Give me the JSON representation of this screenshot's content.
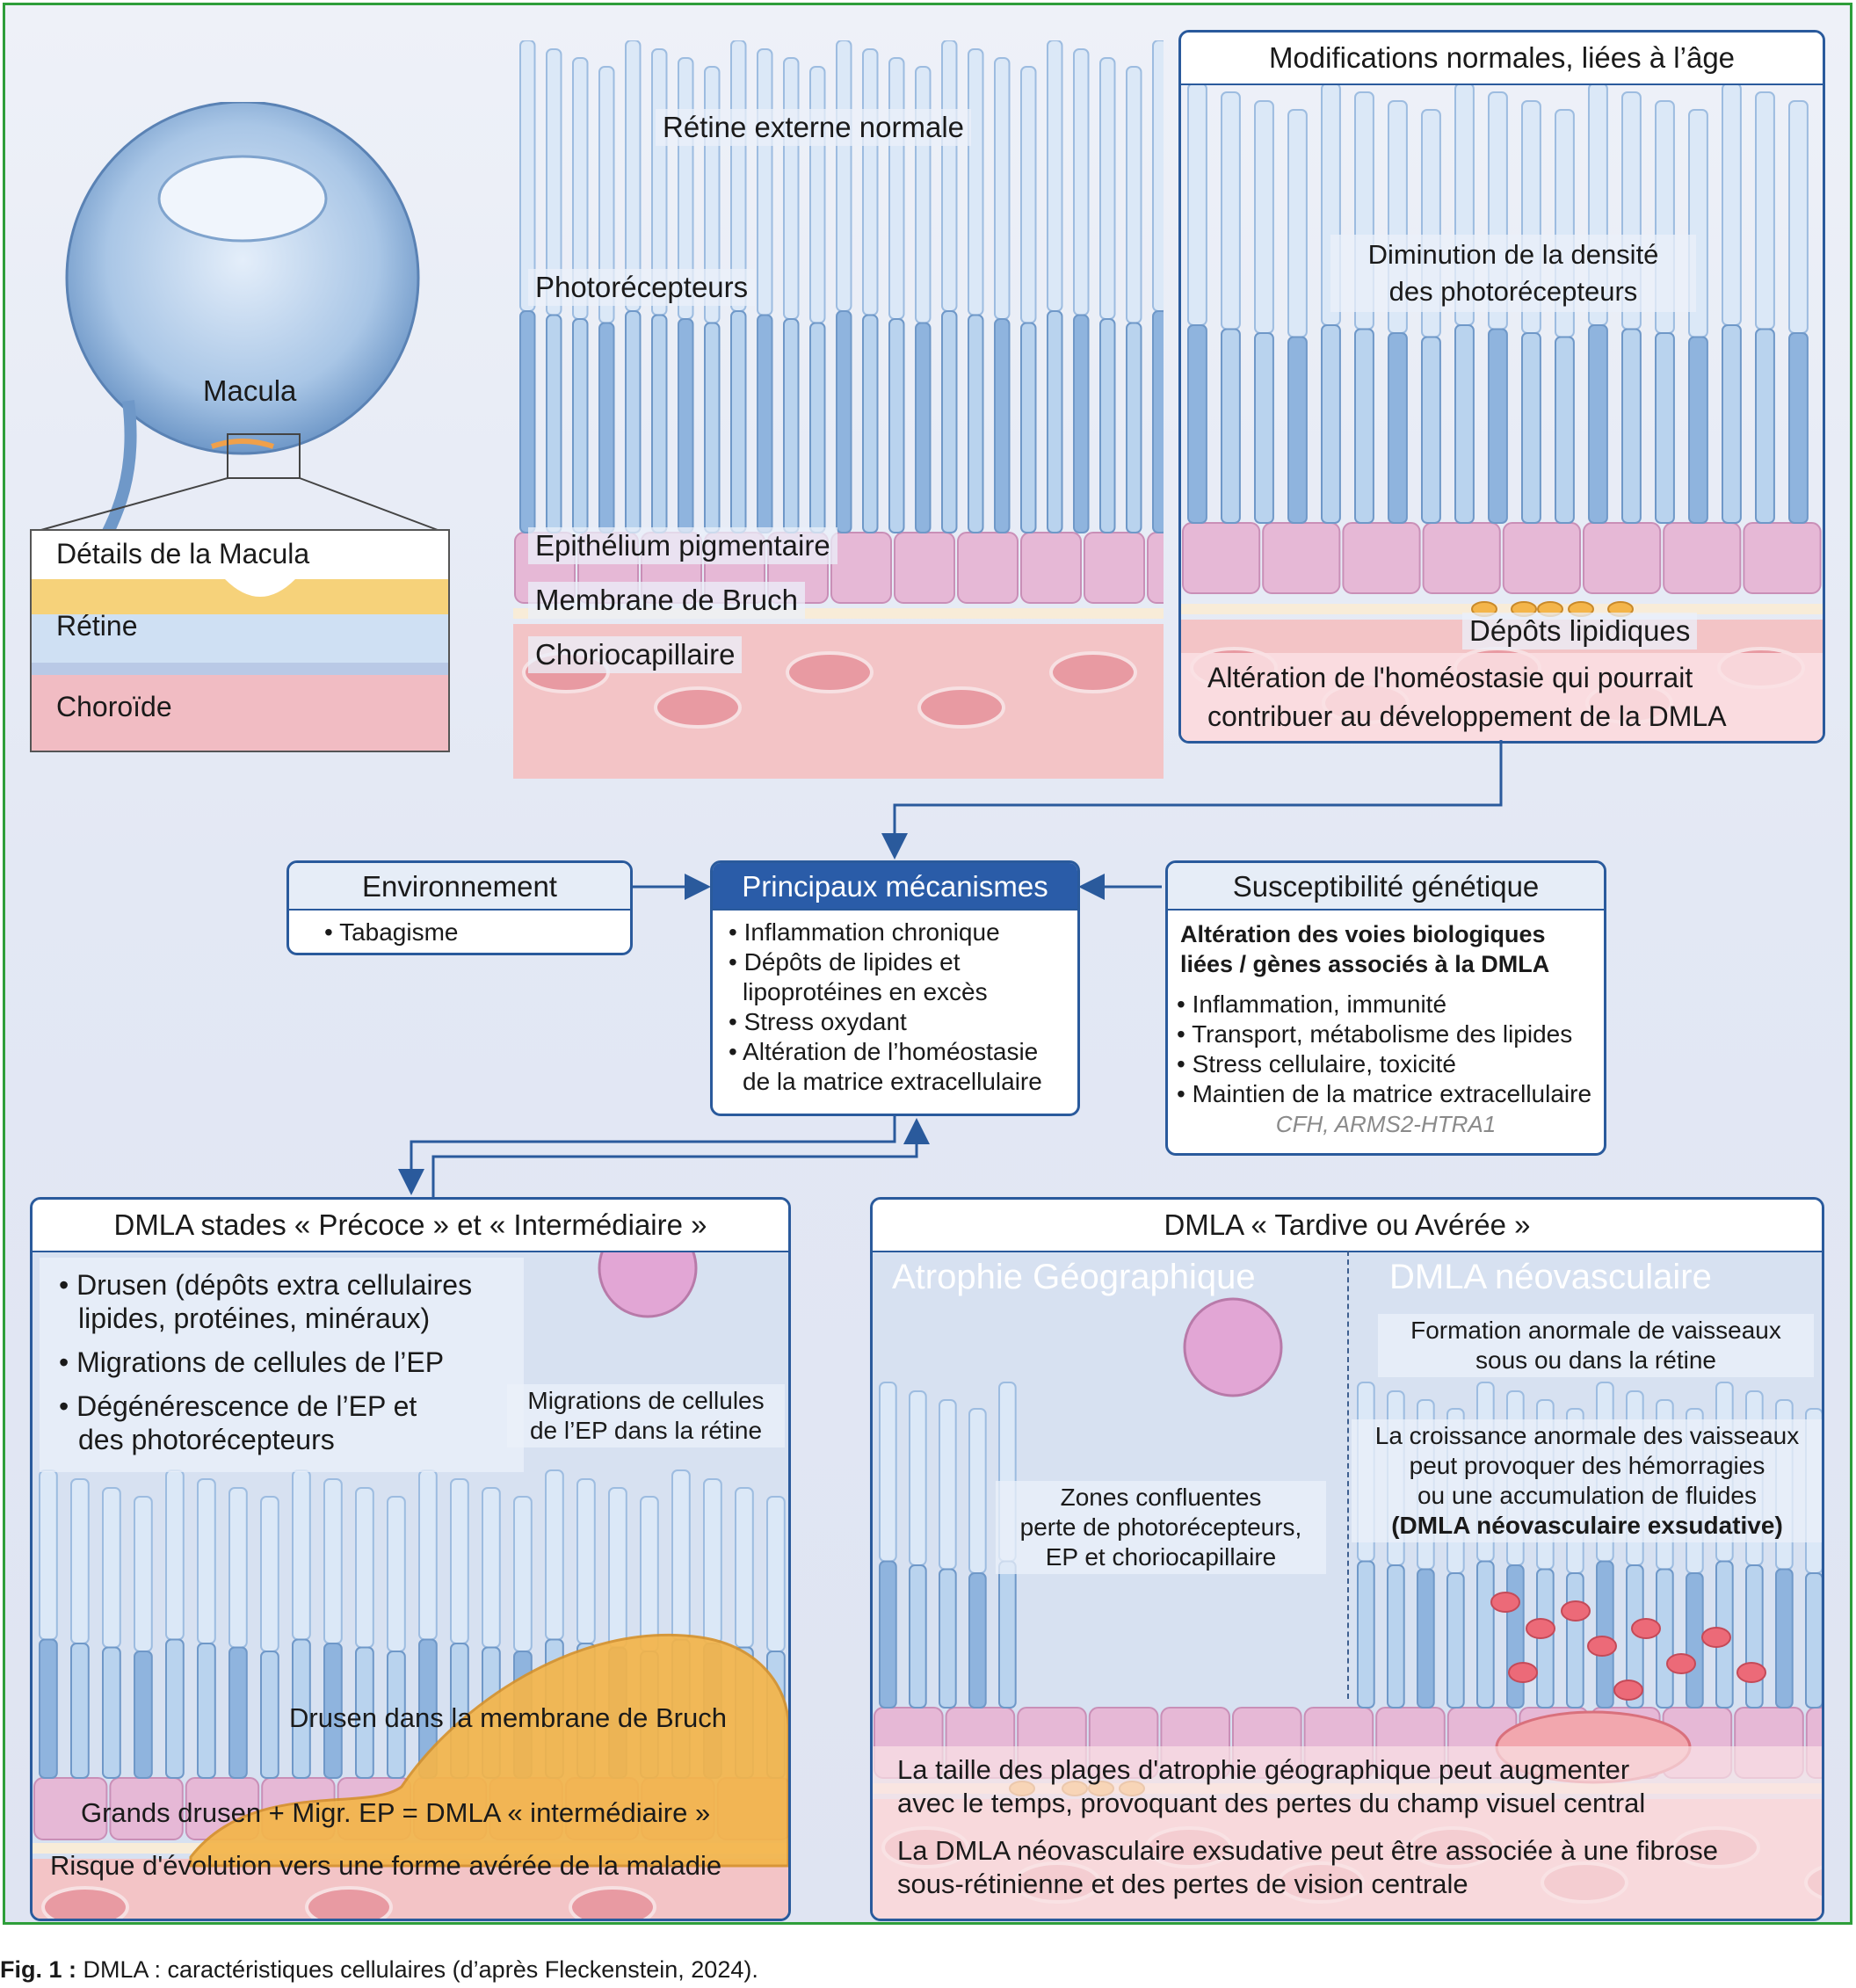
{
  "eye": {
    "macula_label": "Macula",
    "detail_title": "Détails de la Macula",
    "retina_label": "Rétine",
    "choroid_label": "Choroïde"
  },
  "normal": {
    "title": "Rétine externe normale",
    "photoreceptors": "Photorécepteurs",
    "rpe": "Epithélium pigmentaire",
    "bruch": "Membrane de Bruch",
    "chorio": "Choriocapillaire"
  },
  "aging": {
    "title": "Modifications normales, liées à l’âge",
    "density_1": "Diminution de la densité",
    "density_2": "des photorécepteurs",
    "lipid": "Dépôts lipidiques",
    "homeo_1": "Altération de l'homéostasie qui pourrait",
    "homeo_2": "contribuer au développement de la DMLA"
  },
  "environment": {
    "title": "Environnement",
    "items": [
      "Tabagisme"
    ]
  },
  "mechanisms": {
    "title": "Principaux mécanismes",
    "items": [
      "Inflammation chronique",
      "Dépôts de lipides et lipoprotéines en excès",
      "Stress oxydant",
      "Altération de l’homéostasie de la matrice extracellulaire"
    ]
  },
  "genetic": {
    "title": "Susceptibilité génétique",
    "subtitle_1": "Altération des voies biologiques",
    "subtitle_2": "liées / gènes associés à la DMLA",
    "items": [
      "Inflammation, immunité",
      "Transport, métabolisme des lipides",
      "Stress cellulaire, toxicité",
      "Maintien de la matrice extracellulaire"
    ],
    "genes": "CFH, ARMS2-HTRA1"
  },
  "early": {
    "title": "DMLA stades « Précoce » et « Intermédiaire »",
    "bullet1_1": "Drusen (dépôts extra cellulaires",
    "bullet1_2": "lipides, protéines, minéraux)",
    "bullet2": "Migrations de cellules de l’EP",
    "bullet3_1": "Dégénérescence de l’EP et",
    "bullet3_2": "des photorécepteurs",
    "migr_1": "Migrations de cellules",
    "migr_2": "de l’EP dans la rétine",
    "drusen_bruch": "Drusen dans la membrane de Bruch",
    "intermediate": "Grands drusen + Migr. EP = DMLA « intermédiaire »",
    "risk": "Risque d'évolution vers une forme avérée de la maladie"
  },
  "late": {
    "title": "DMLA « Tardive ou Avérée »",
    "ga_title": "Atrophie Géographique",
    "nv_title": "DMLA néovasculaire",
    "nv_form_1": "Formation anormale de vaisseaux",
    "nv_form_2": "sous ou dans la rétine",
    "nv_growth_1": "La croissance anormale des vaisseaux",
    "nv_growth_2": "peut provoquer des hémorragies",
    "nv_growth_3": "ou une accumulation de fluides",
    "nv_growth_4": "(DMLA néovasculaire exsudative)",
    "ga_zones_1": "Zones confluentes",
    "ga_zones_2": "perte de photorécepteurs,",
    "ga_zones_3": "EP et choriocapillaire",
    "ga_size_1": "La taille des plages d'atrophie géographique peut augmenter",
    "ga_size_2": "avec le temps, provoquant des pertes du champ visuel central",
    "nv_fib_1": "La DMLA néovasculaire exsudative peut être associée à une fibrose",
    "nv_fib_2": "sous-rétinienne et des pertes de vision centrale"
  },
  "caption": {
    "label": "Fig. 1 :",
    "text": " DMLA : caractéristiques cellulaires (d’après Fleckenstein, 2024)."
  },
  "colors": {
    "frame": "#2e9e3a",
    "box_border": "#2a5a9c",
    "header_blue": "#2a5ca8",
    "photoreceptor": "#b9d3ee",
    "rpe": "#e6b8d6",
    "choroid": "#f3c4c6",
    "drusen": "#f4b54a"
  }
}
